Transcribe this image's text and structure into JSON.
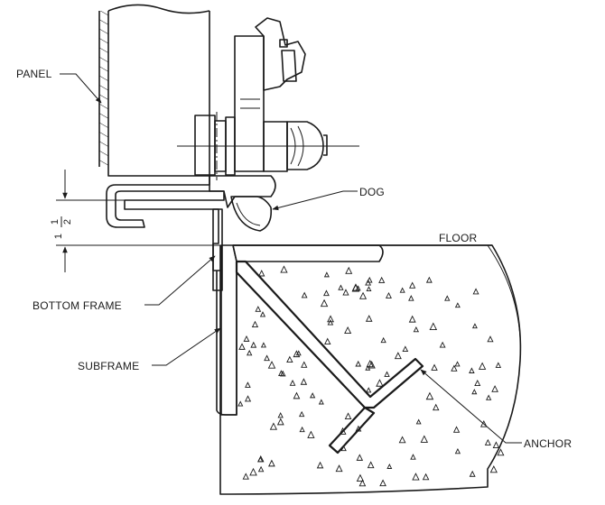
{
  "labels": {
    "panel": "PANEL",
    "dog": "DOG",
    "floor": "FLOOR",
    "bottom_frame": "BOTTOM FRAME",
    "subframe": "SUBFRAME",
    "anchor": "ANCHOR"
  },
  "dimension": {
    "whole": "1",
    "numerator": "1",
    "denominator": "2"
  }
}
